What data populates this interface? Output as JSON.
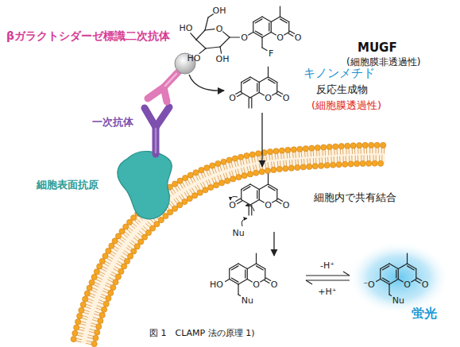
{
  "diagram": {
    "caption": "図 1　CLAMP 法の原理 1)",
    "labels": [
      "βガラクトシダーゼ標識二次抗体",
      "OH",
      "HO",
      "O",
      "HO",
      "OH",
      "O",
      "O",
      "O",
      "F",
      "MUGF",
      "(細胞膜非透過性)",
      "O",
      "O",
      "O",
      "キノンメチド",
      "反応生成物",
      "(細胞膜透過性)",
      "一次抗体",
      "細胞表面抗原",
      "O",
      "O",
      "O",
      "細胞内で共有結合",
      "Nu",
      "HO",
      "O",
      "O",
      "Nu",
      "-H⁺",
      "+H⁺",
      "⁻O",
      "O",
      "O",
      "Nu",
      "蛍光"
    ]
  }
}
